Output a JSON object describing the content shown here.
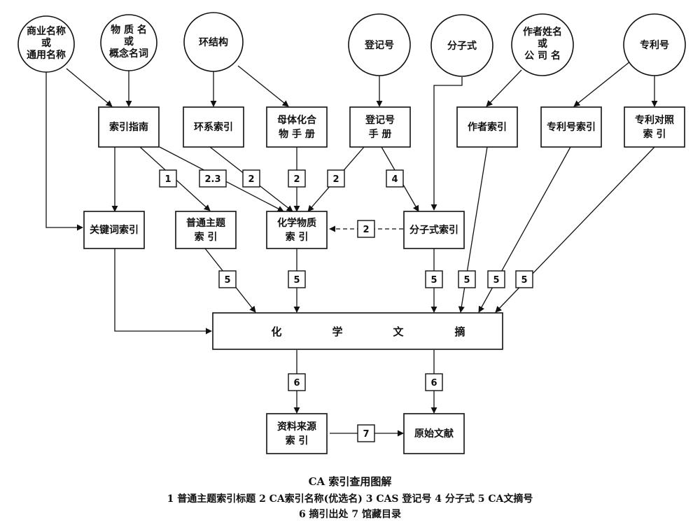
{
  "circles": {
    "trade_name": [
      "商业名称",
      "或",
      "通用名称"
    ],
    "substance_name": [
      "物 质 名",
      "或",
      "概念名词"
    ],
    "ring_structure": [
      "环结构"
    ],
    "registry_number": [
      "登记号"
    ],
    "molecular_formula": [
      "分子式"
    ],
    "author_name": [
      "作者姓名",
      "或",
      "公 司 名"
    ],
    "patent_number": [
      "专利号"
    ]
  },
  "boxes": {
    "index_guide": [
      "索引指南"
    ],
    "ring_systems_index": [
      "环系索引"
    ],
    "parent_compound_handbook": [
      "母体化合",
      "物 手 册"
    ],
    "registry_handbook": [
      "登记号",
      "手  册"
    ],
    "author_index": [
      "作者索引"
    ],
    "patent_number_index": [
      "专利号索引"
    ],
    "patent_concordance": [
      "专利对照",
      "索    引"
    ],
    "keyword_index": [
      "关键词索引"
    ],
    "general_subject_index": [
      "普通主题",
      "索    引"
    ],
    "chemical_substance_index": [
      "化学物质",
      "索    引"
    ],
    "formula_index": [
      "分子式索引"
    ],
    "chemical_abstracts": [
      "化",
      "学",
      "文",
      "摘"
    ],
    "source_index": [
      "资料来源",
      "索    引"
    ],
    "original_document": [
      "原始文献"
    ]
  },
  "edge_labels": {
    "l1": "1",
    "l23": "2.3",
    "l2_ring": "2",
    "l2_parent": "2",
    "l2_registry": "2",
    "l4": "4",
    "l2_formula": "2",
    "l5_general": "5",
    "l5_chemical": "5",
    "l5_formula": "5",
    "l5_author": "5",
    "l5_patent": "5",
    "l5_concordance": "5",
    "l6_source": "6",
    "l6_original": "6",
    "l7": "7"
  },
  "caption": {
    "title": "CA 索引查用图解",
    "legend_line1": "1 普通主题索引标题  2 CA索引名称(优选名)  3 CAS 登记号  4 分子式  5 CA文摘号",
    "legend_line2": "6 摘引出处  7 馆藏目录"
  }
}
